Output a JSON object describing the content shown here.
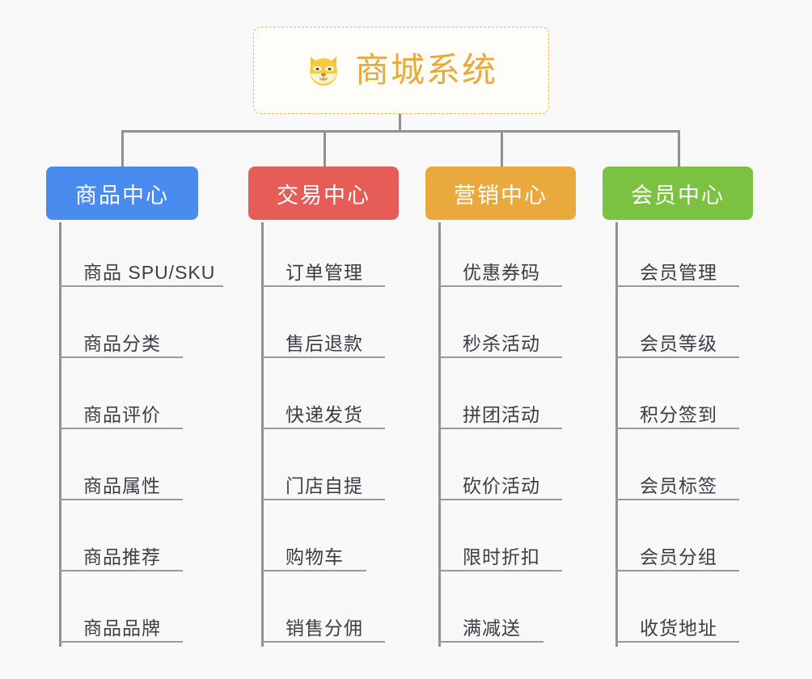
{
  "page": {
    "background_color": "#f8f8f8",
    "line_color": "#909090",
    "leaf_rule_color": "#9a9a9a",
    "leaf_text_color": "#3a3f45"
  },
  "root": {
    "icon": "dog-face-emoji",
    "icon_glyph": "🐶",
    "title": "商城系统",
    "text_color": "#e9a93c",
    "border_color": "#edb84e",
    "fill_color": "#fffdf8"
  },
  "branches": [
    {
      "label": "商品中心",
      "color": "#4a8bf0",
      "items": [
        "商品 SPU/SKU",
        "商品分类",
        "商品评价",
        "商品属性",
        "商品推荐",
        "商品品牌"
      ]
    },
    {
      "label": "交易中心",
      "color": "#e65c57",
      "items": [
        "订单管理",
        "售后退款",
        "快递发货",
        "门店自提",
        "购物车",
        "销售分佣"
      ]
    },
    {
      "label": "营销中心",
      "color": "#e9a93c",
      "items": [
        "优惠券码",
        "秒杀活动",
        "拼团活动",
        "砍价活动",
        "限时折扣",
        "满减送"
      ]
    },
    {
      "label": "会员中心",
      "color": "#7cc242",
      "items": [
        "会员管理",
        "会员等级",
        "积分签到",
        "会员标签",
        "会员分组",
        "收货地址"
      ]
    }
  ]
}
